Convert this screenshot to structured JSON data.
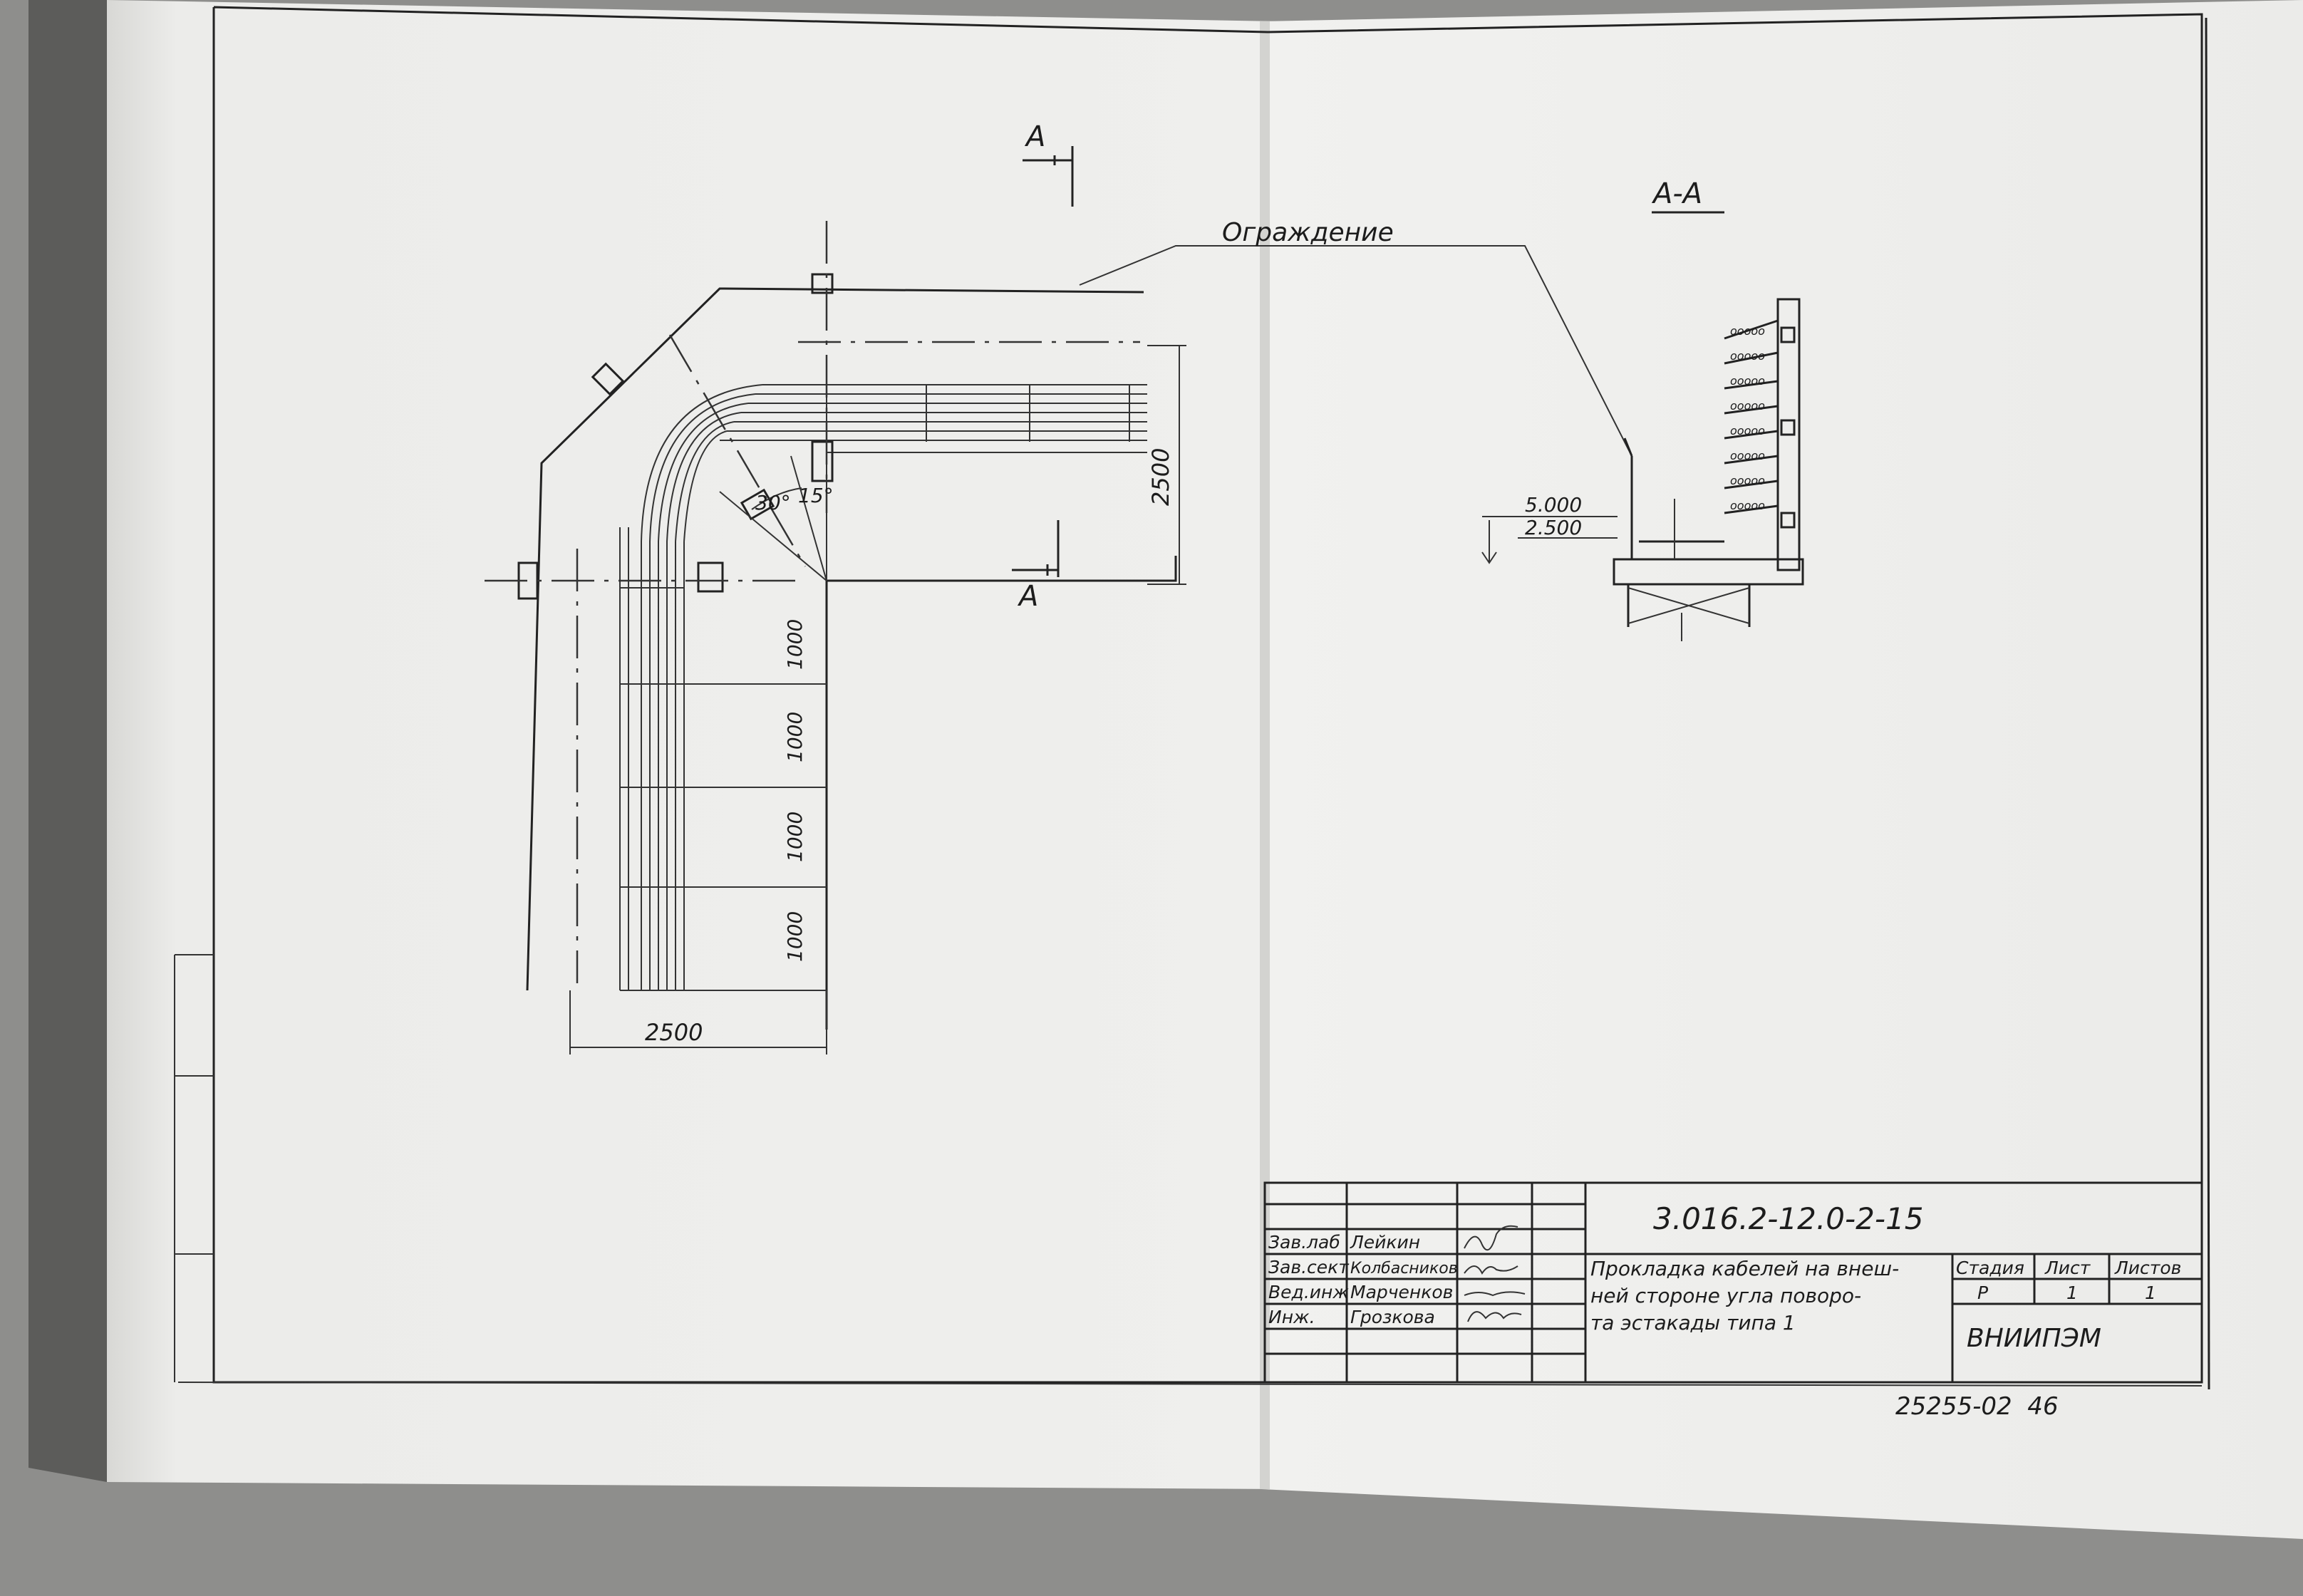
{
  "section_marks": {
    "top": "А",
    "bottom": "А"
  },
  "section_title": "А-А",
  "fence_label": "Ограждение",
  "angles": {
    "a30": "30°",
    "a15": "15°"
  },
  "dimensions": {
    "radius": "2500",
    "bottom": "2500",
    "span1": "1000",
    "span2": "1000",
    "span3": "1000",
    "span4": "1000"
  },
  "elevations": {
    "top": "5.000",
    "bottom": "2.500"
  },
  "title_block": {
    "code": "3.016.2-12.0-2-15",
    "roles": [
      "Зав.лаб",
      "Зав.сект",
      "Вед.инж",
      "Инж."
    ],
    "names": [
      "Лейкин",
      "Колбасников",
      "Марченков",
      "Грозкова"
    ],
    "description": [
      "Прокладка кабелей на внеш-",
      "ней стороне угла поворо-",
      "та эстакады типа 1"
    ],
    "stage_header": "Стадия",
    "sheet_header": "Лист",
    "sheets_header": "Листов",
    "stage": "Р",
    "sheet": "1",
    "sheets": "1",
    "organization": "ВНИИПЭМ"
  },
  "archive_number": "25255-02  46"
}
